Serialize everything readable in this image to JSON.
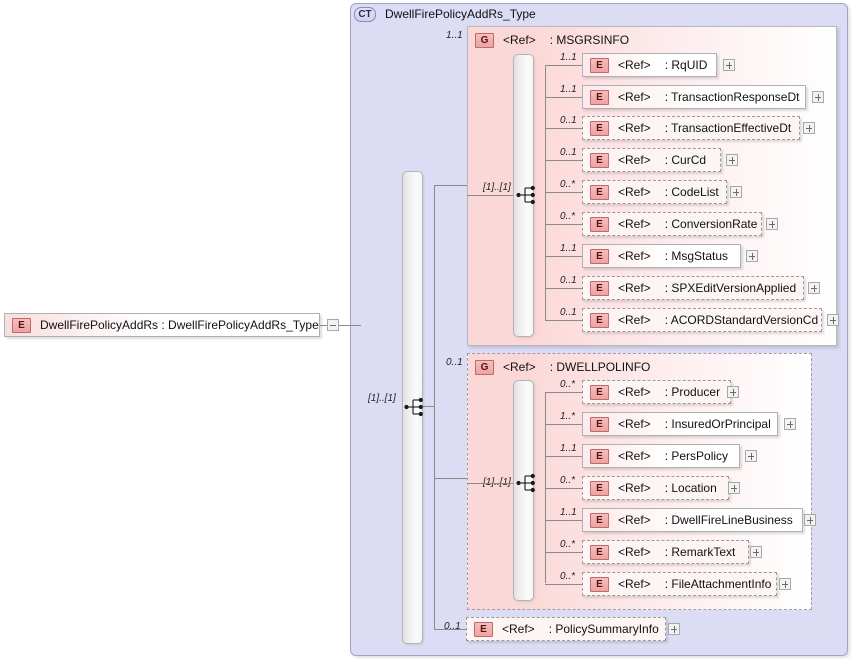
{
  "diagram": {
    "kind": "xsd-schema-diagram",
    "root_element": {
      "badge": "E",
      "label": "DwellFirePolicyAddRs : DwellFirePolicyAddRs_Type",
      "toggle": "minus",
      "toggle_icon": "collapse-icon"
    },
    "complex_type": {
      "badge": "CT",
      "label": "DwellFirePolicyAddRs_Type",
      "sequence_cardinality": "[1]..[1]"
    },
    "groups": [
      {
        "id": "msgrsinfo",
        "badge": "G",
        "ref": "<Ref>",
        "name": ": MSGRSINFO",
        "cardinality": "1..1",
        "optional": false,
        "sequence_cardinality": "[1]..[1]",
        "children": [
          {
            "badge": "E",
            "ref": "<Ref>",
            "name": ": RqUID",
            "cardinality": "1..1",
            "optional": false,
            "toggle": "plus"
          },
          {
            "badge": "E",
            "ref": "<Ref>",
            "name": ": TransactionResponseDt",
            "cardinality": "1..1",
            "optional": false,
            "toggle": "plus"
          },
          {
            "badge": "E",
            "ref": "<Ref>",
            "name": ": TransactionEffectiveDt",
            "cardinality": "0..1",
            "optional": true,
            "toggle": "plus"
          },
          {
            "badge": "E",
            "ref": "<Ref>",
            "name": ": CurCd",
            "cardinality": "0..1",
            "optional": true,
            "toggle": "plus"
          },
          {
            "badge": "E",
            "ref": "<Ref>",
            "name": ": CodeList",
            "cardinality": "0..*",
            "optional": true,
            "toggle": "plus"
          },
          {
            "badge": "E",
            "ref": "<Ref>",
            "name": ": ConversionRate",
            "cardinality": "0..*",
            "optional": true,
            "toggle": "plus"
          },
          {
            "badge": "E",
            "ref": "<Ref>",
            "name": ": MsgStatus",
            "cardinality": "1..1",
            "optional": false,
            "toggle": "plus"
          },
          {
            "badge": "E",
            "ref": "<Ref>",
            "name": ": SPXEditVersionApplied",
            "cardinality": "0..1",
            "optional": true,
            "toggle": "plus"
          },
          {
            "badge": "E",
            "ref": "<Ref>",
            "name": ": ACORDStandardVersionCd",
            "cardinality": "0..1",
            "optional": true,
            "toggle": "plus"
          }
        ]
      },
      {
        "id": "dwellpolinfo",
        "badge": "G",
        "ref": "<Ref>",
        "name": ": DWELLPOLINFO",
        "cardinality": "0..1",
        "optional": true,
        "sequence_cardinality": "[1]..[1]",
        "children": [
          {
            "badge": "E",
            "ref": "<Ref>",
            "name": ": Producer",
            "cardinality": "0..*",
            "optional": true,
            "toggle": "plus"
          },
          {
            "badge": "E",
            "ref": "<Ref>",
            "name": ": InsuredOrPrincipal",
            "cardinality": "1..*",
            "optional": false,
            "toggle": "plus"
          },
          {
            "badge": "E",
            "ref": "<Ref>",
            "name": ": PersPolicy",
            "cardinality": "1..1",
            "optional": false,
            "toggle": "plus"
          },
          {
            "badge": "E",
            "ref": "<Ref>",
            "name": ": Location",
            "cardinality": "0..*",
            "optional": true,
            "toggle": "plus"
          },
          {
            "badge": "E",
            "ref": "<Ref>",
            "name": ": DwellFireLineBusiness",
            "cardinality": "1..1",
            "optional": false,
            "toggle": "plus"
          },
          {
            "badge": "E",
            "ref": "<Ref>",
            "name": ": RemarkText",
            "cardinality": "0..*",
            "optional": true,
            "toggle": "plus"
          },
          {
            "badge": "E",
            "ref": "<Ref>",
            "name": ": FileAttachmentInfo",
            "cardinality": "0..*",
            "optional": true,
            "toggle": "plus"
          }
        ]
      }
    ],
    "trailing_element": {
      "badge": "E",
      "ref": "<Ref>",
      "name": ": PolicySummaryInfo",
      "cardinality": "0..1",
      "optional": true,
      "toggle": "plus"
    },
    "colors": {
      "complex_type_fill": "#dcdcf5",
      "group_fill": "#fbd8d8",
      "badge_fill": "#f3b4b4",
      "line": "#8a8a8a",
      "box_border": "#b0b0b0"
    }
  }
}
